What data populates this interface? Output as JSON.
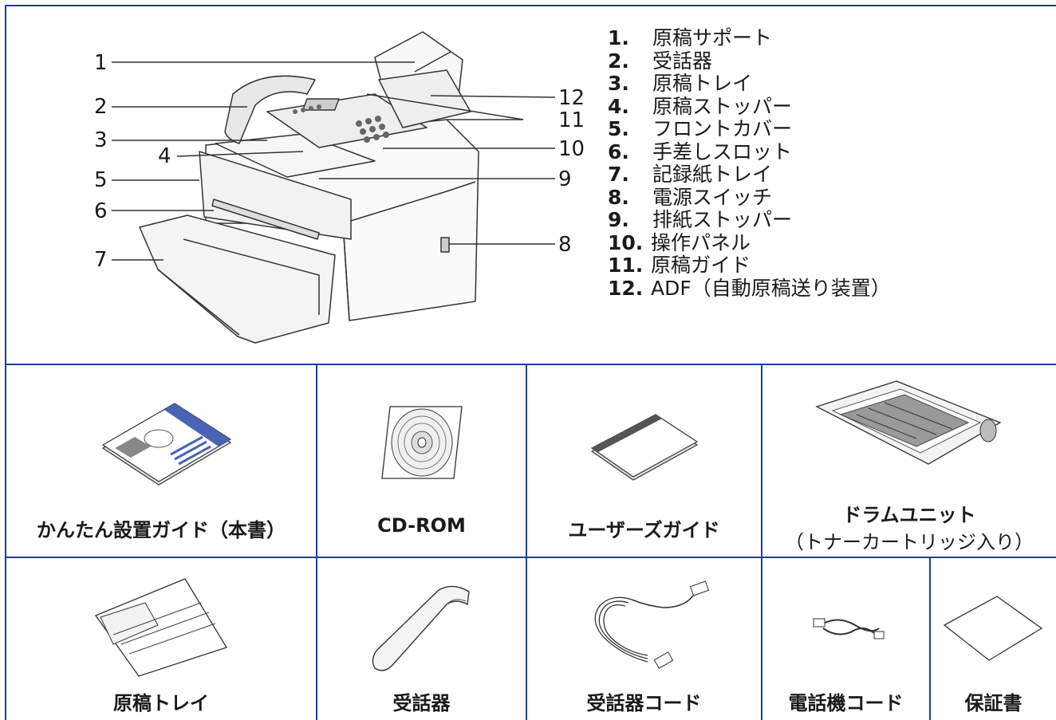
{
  "diagram": {
    "callouts": [
      "1",
      "2",
      "3",
      "4",
      "5",
      "6",
      "7",
      "8",
      "9",
      "10",
      "11",
      "12"
    ],
    "legend": [
      {
        "num": "1.",
        "label": "原稿サポート"
      },
      {
        "num": "2.",
        "label": "受話器"
      },
      {
        "num": "3.",
        "label": "原稿トレイ"
      },
      {
        "num": "4.",
        "label": "原稿ストッパー"
      },
      {
        "num": "5.",
        "label": "フロントカバー"
      },
      {
        "num": "6.",
        "label": "手差しスロット"
      },
      {
        "num": "7.",
        "label": "記録紙トレイ"
      },
      {
        "num": "8.",
        "label": "電源スイッチ"
      },
      {
        "num": "9.",
        "label": "排紙ストッパー"
      },
      {
        "num": "10.",
        "label": "操作パネル"
      },
      {
        "num": "11.",
        "label": "原稿ガイド"
      },
      {
        "num": "12.",
        "label": "ADF（自動原稿送り装置）"
      }
    ]
  },
  "accessories": [
    {
      "label": "かんたん設置ガイド（本書）",
      "icon": "setup-guide-booklet-icon"
    },
    {
      "label": "CD-ROM",
      "icon": "cd-rom-icon"
    },
    {
      "label": "ユーザーズガイド",
      "icon": "users-guide-booklet-icon"
    },
    {
      "label": "ドラムユニット",
      "sublabel": "（トナーカートリッジ入り）",
      "icon": "drum-unit-icon"
    },
    {
      "label": "原稿トレイ",
      "icon": "document-tray-icon"
    },
    {
      "label": "受話器",
      "icon": "handset-icon"
    },
    {
      "label": "受話器コード",
      "icon": "handset-cord-icon"
    },
    {
      "label": "電話機コード",
      "icon": "telephone-cord-icon"
    },
    {
      "label": "保証書",
      "icon": "warranty-sheet-icon"
    }
  ],
  "colors": {
    "grid_line": "#1f3f9c",
    "text": "#1a1a1a"
  }
}
